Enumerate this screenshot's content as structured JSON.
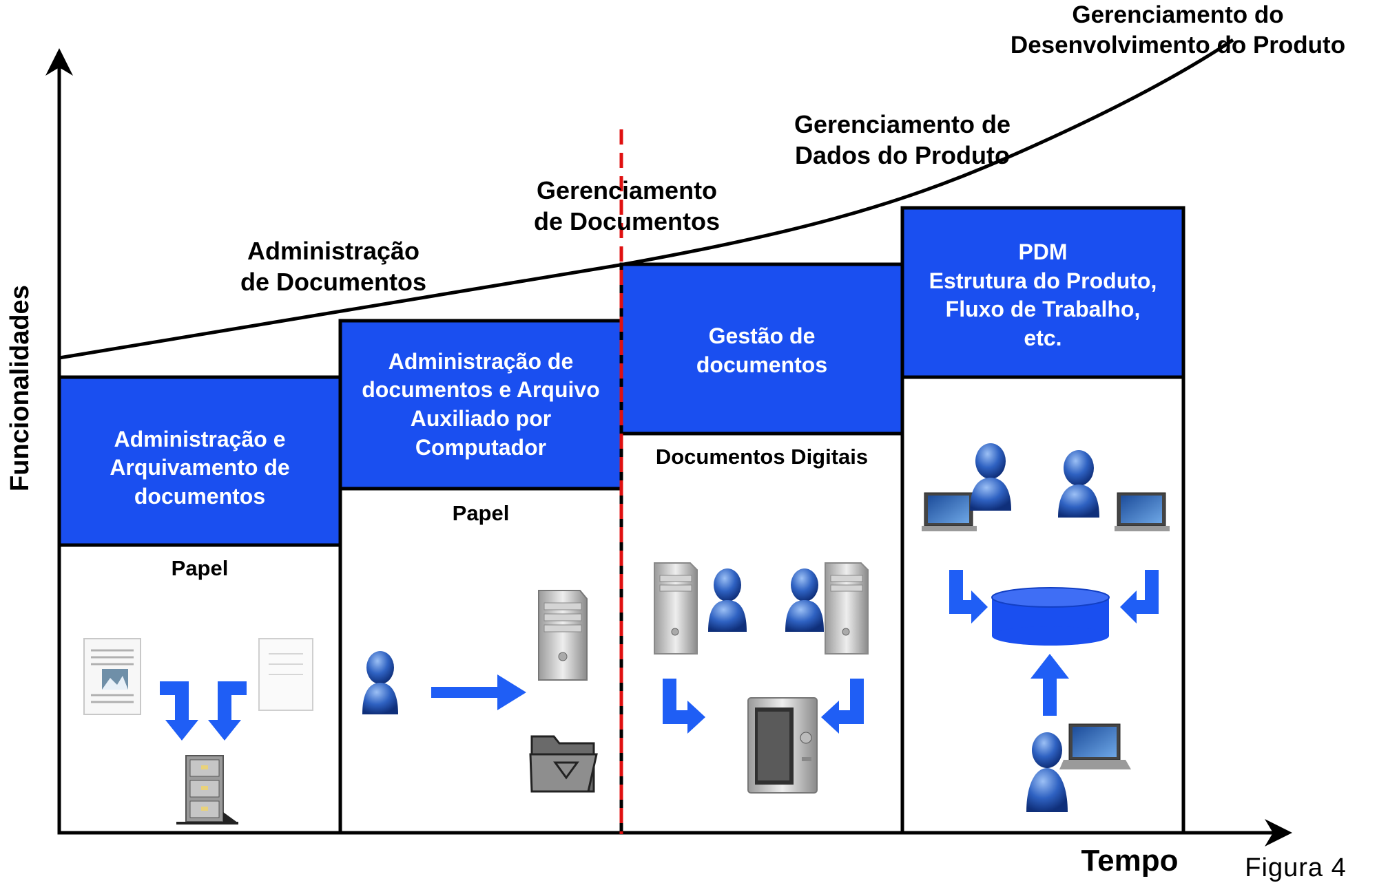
{
  "axes": {
    "y_label": "Funcionalidades",
    "x_label": "Tempo",
    "figure_caption": "Figura 4"
  },
  "curve_labels": {
    "pdm_mgmt": [
      "Gerenciamento do",
      "Desenvolvimento do Produto"
    ],
    "product_data": [
      "Gerenciamento de",
      "Dados do Produto"
    ],
    "doc_mgmt": [
      "Gerenciamento",
      "de Documentos"
    ],
    "doc_admin": [
      "Administração",
      "de Documentos"
    ]
  },
  "stages": [
    {
      "band": [
        "Administração e",
        "Arquivamento de",
        "documentos"
      ],
      "sub": "Papel",
      "icons": [
        "paper-document-icon",
        "blank-page-icon",
        "arrow-down-right-icon",
        "arrow-down-left-icon",
        "file-cabinet-icon"
      ]
    },
    {
      "band": [
        "Administração de",
        "documentos e Arquivo",
        "Auxiliado por",
        "Computador"
      ],
      "sub": "Papel",
      "icons": [
        "user-icon",
        "arrow-right-icon",
        "server-tower-icon",
        "folder-icon"
      ]
    },
    {
      "band": [
        "Gestão de",
        "documentos"
      ],
      "sub": "Documentos Digitais",
      "icons": [
        "server-user-icon",
        "user-server-icon",
        "arrow-down-right-icon",
        "arrow-down-left-icon",
        "safe-icon"
      ]
    },
    {
      "band": [
        "PDM",
        "Estrutura do Produto,",
        "Fluxo de Trabalho,",
        "etc."
      ],
      "sub": "",
      "icons": [
        "user-laptop-icon",
        "user-laptop-icon",
        "database-icon",
        "arrow-up-icon",
        "user-laptop-icon"
      ]
    }
  ],
  "colors": {
    "band_blue": "#1a4ff0",
    "arrow_blue": "#1f5ef5",
    "divider_red": "#e01010",
    "user_blue": "#2b5fb8"
  }
}
